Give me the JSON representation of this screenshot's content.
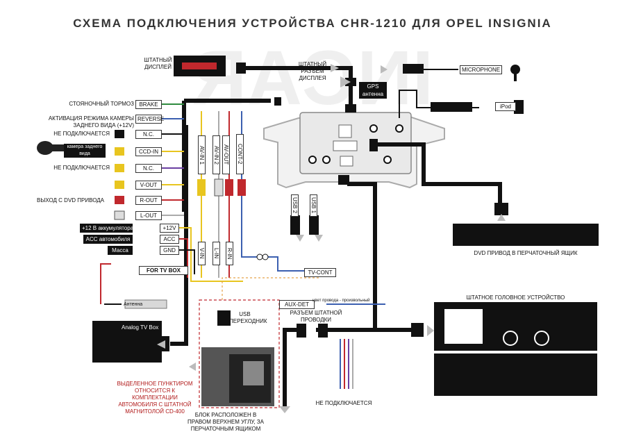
{
  "title": "СХЕМА ПОДКЛЮЧЕНИЯ УСТРОЙСТВА CHR-1210 ДЛЯ OPEL INSIGNIA",
  "watermark": "INCAR",
  "left_labels": {
    "brake_desc": "СТОЯНОЧНЫЙ ТОРМОЗ",
    "reverse_desc": "АКТИВАЦИЯ РЕЖИМА КАМЕРЫ ЗАДНЕГО ВИДА (+12V)",
    "nc1_desc": "НЕ ПОДКЛЮЧАЕТСЯ",
    "camera_desc": "камера заднего вида",
    "nc2_desc": "НЕ ПОДКЛЮЧАЕТСЯ",
    "dvd_out_desc": "ВЫХОД С DVD ПРИВОДА",
    "power_12v_desc": "+12 В аккумулятора",
    "acc_desc": "ACC автомобиля",
    "ground_desc": "Масса"
  },
  "connector_tags": {
    "brake": "BRAKE",
    "reverse": "REVERSE",
    "nc": "N.C.",
    "ccd_in": "CCD-IN",
    "nc2": "N.C.",
    "v_out": "V-OUT",
    "r_out": "R-OUT",
    "l_out": "L-OUT",
    "p12v": "+12V",
    "acc": "ACC",
    "gnd": "GND",
    "tv_cont": "TV-CONT",
    "aux_det": "AUX-DET",
    "for_tv_box": "FOR TV BOX",
    "antenna": "Антенна",
    "analog_tv": "Analog TV Box",
    "av_in1": "AV-IN 1",
    "av_in2": "AV-IN 2",
    "av_out": "AV-OUT",
    "cont2": "CONT-2",
    "vin": "V-IN",
    "lin": "L-IN",
    "rin": "R-IN",
    "usb1": "USB 1",
    "usb2": "USB 2",
    "gps": "GPS антенна",
    "microphone": "MICROPHONE",
    "ipod": "iPod"
  },
  "right_labels": {
    "std_display": "ШТАТНЫЙ ДИСПЛЕЙ",
    "std_display_connector": "ШТАТНЫЙ РАЗЪЕМ ДИСПЛЕЯ",
    "dvd_drive": "DVD ПРИВОД В ПЕРЧАТОЧНЫЙ ЯЩИК",
    "head_unit": "ШТАТНОЕ ГОЛОВНОЕ УСТРОЙСТВО",
    "std_wiring_connector": "РАЗЪЕМ ШТАТНОЙ ПРОВОДКИ",
    "not_connected": "НЕ ПОДКЛЮЧАЕТСЯ",
    "usb_adapter": "USB ПЕРЕХОДНИК",
    "wire_hint": "цвет провода - произвольный",
    "highlighted_note": "ВЫДЕЛЕННОЕ ПУНКТИРОМ ОТНОСИТСЯ К КОМПЛЕКТАЦИИ АВТОМОБИЛЯ С ШТАТНОЙ МАГНИТОЛОЙ CD-400",
    "block_location": "БЛОК РАСПОЛОЖЕН В ПРАВОМ ВЕРХНЕМ УГЛУ, ЗА ПЕРЧАТОЧНЫМ ЯЩИКОМ"
  },
  "colors": {
    "accent_red": "#c0282d",
    "wire_green": "#2e8b3e",
    "wire_blue": "#3b5fb0",
    "wire_purple": "#6a3ea1",
    "wire_yellow": "#e8c51f",
    "cable_black": "#111111"
  }
}
